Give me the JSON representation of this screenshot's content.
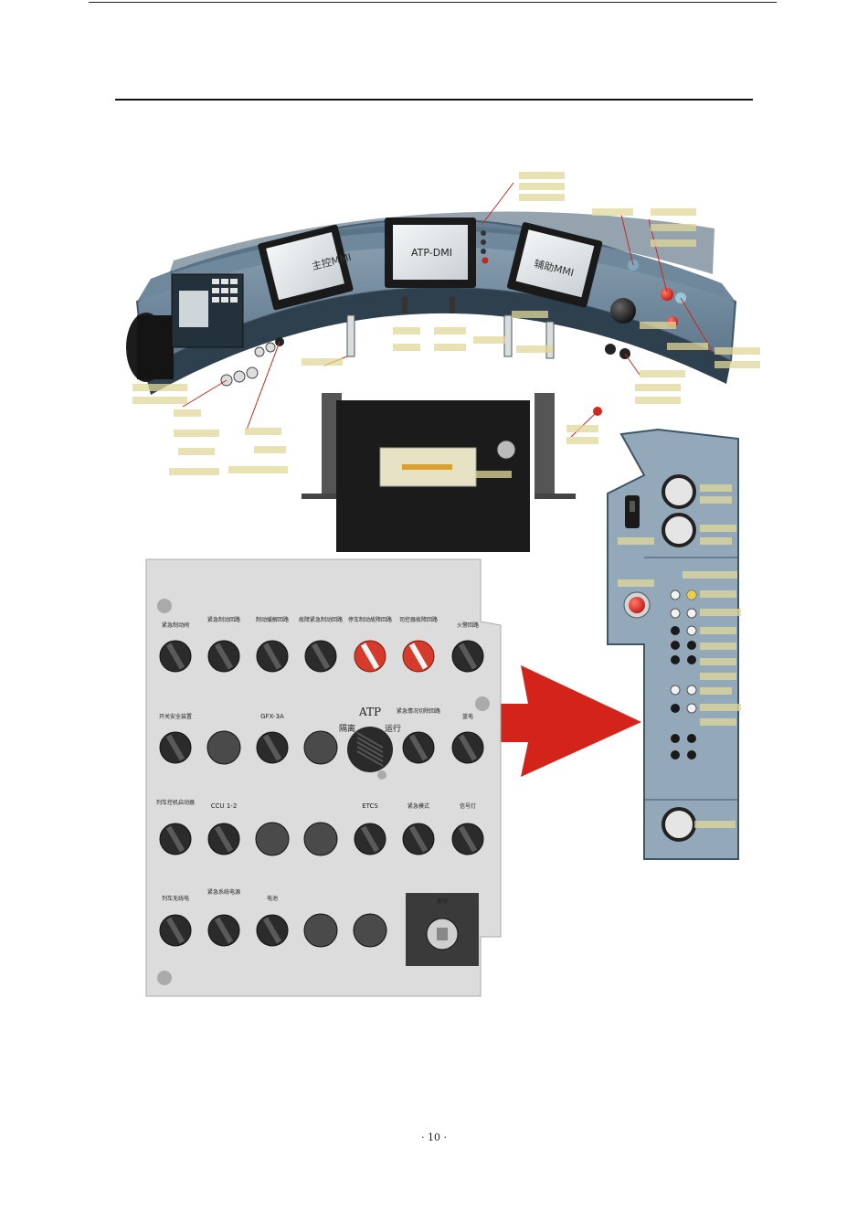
{
  "page": {
    "number": "· 10 ·"
  },
  "console": {
    "screens": {
      "left": "主控MMI",
      "center": "ATP-DMI",
      "right": "辅助MMI"
    }
  },
  "panel": {
    "rows": [
      [
        "紧急制动阀",
        "紧急制动回路",
        "制动缓解回路",
        "故障紧急制动回路",
        "停车制动故障回路",
        "司控器故障回路",
        "火警回路"
      ],
      [
        "开关安全装置",
        "",
        "GFX-3A",
        "",
        "ATP",
        "紧急情况切除回路",
        "蓝电"
      ],
      [
        "列车控机启动器",
        "CCU 1-2",
        "",
        "",
        "ETCS",
        "紧急模式",
        "信号灯"
      ],
      [
        "列车无线电",
        "紧急系统电源",
        "电池",
        "",
        "",
        "",
        ""
      ]
    ],
    "atp_isolate": "隔离",
    "atp_run": "运行",
    "key_box_title": "蓄电"
  }
}
